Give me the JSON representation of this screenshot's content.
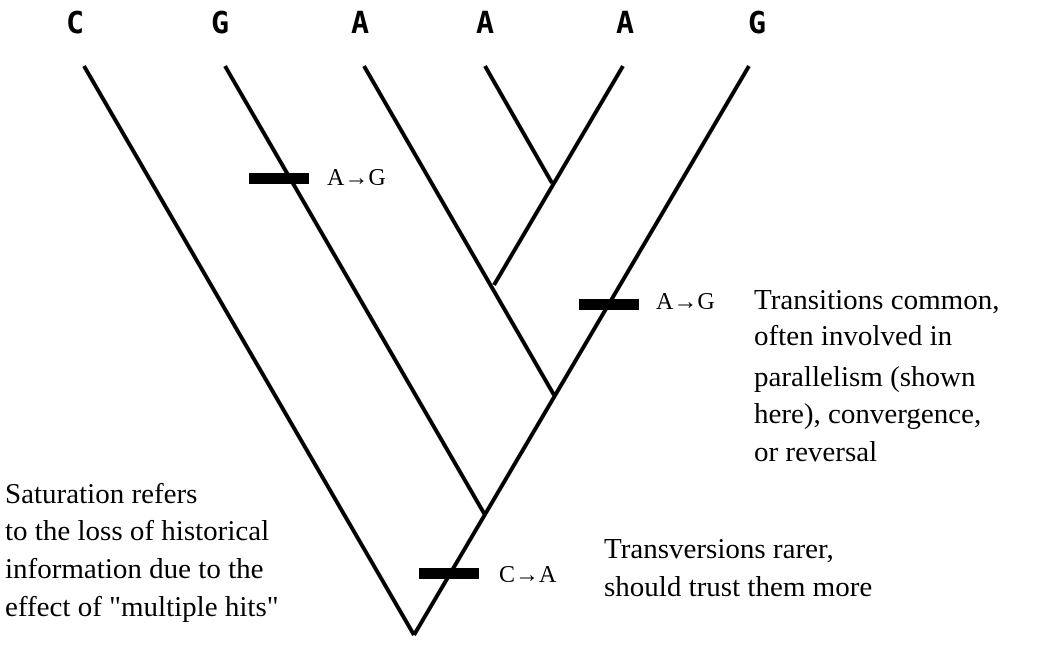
{
  "tips": [
    "C",
    "G",
    "A",
    "A",
    "A",
    "G"
  ],
  "mutations": {
    "left_branch": "A→G",
    "right_branch": "A→G",
    "root_branch": "C→A"
  },
  "notes": {
    "transitions": [
      "Transitions common,",
      "often involved in",
      "parallelism (shown",
      "here), convergence,",
      "or reversal"
    ],
    "transversions": [
      "Transversions rarer,",
      "should trust them more"
    ],
    "saturation": [
      "Saturation refers",
      "to the loss of historical",
      "information due to the",
      "effect of \"multiple hits\""
    ]
  },
  "colors": {
    "ink": "#000000",
    "background": "#ffffff"
  }
}
